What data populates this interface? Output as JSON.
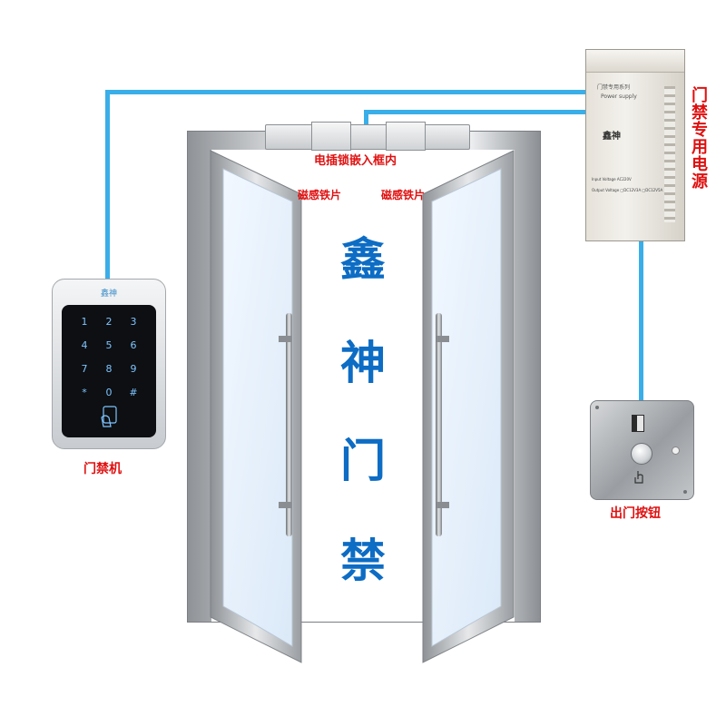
{
  "brand": "鑫神",
  "title_chars": [
    "鑫",
    "神",
    "门",
    "禁"
  ],
  "labels": {
    "lock": "电插锁嵌入框内",
    "magnet_left": "磁感铁片",
    "magnet_right": "磁感铁片",
    "reader": "门禁机",
    "exit_button": "出门按钮",
    "psu": "门禁专用电源"
  },
  "psu": {
    "header": "门禁专用系列",
    "sub": "Power supply",
    "brand": "鑫神",
    "input": "Input Voltage  AC220V",
    "output": "Output Voltage  □DC12V3A □DC12V5A"
  },
  "keypad": {
    "brand": "鑫神",
    "keys": [
      "1",
      "2",
      "3",
      "4",
      "5",
      "6",
      "7",
      "8",
      "9",
      "*",
      "0",
      "#"
    ]
  },
  "colors": {
    "wire": "#3aaee8",
    "label": "#e01010",
    "title": "#0d6cc4"
  }
}
